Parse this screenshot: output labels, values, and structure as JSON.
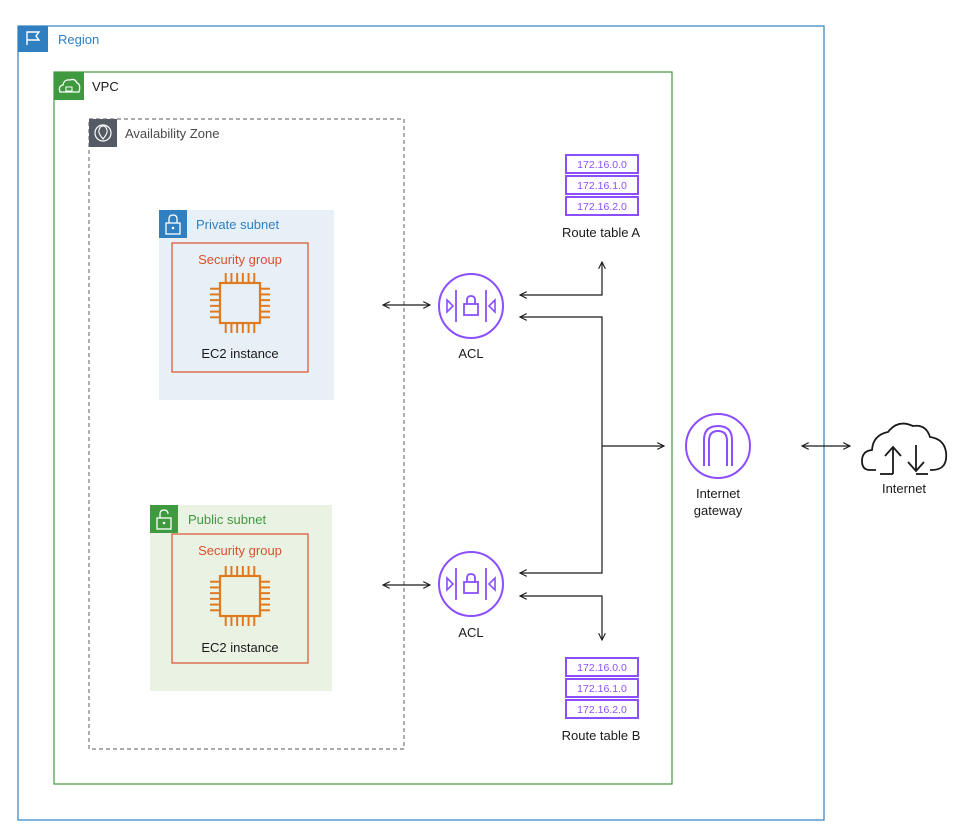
{
  "region": {
    "label": "Region",
    "color": "#2f7fc1"
  },
  "vpc": {
    "label": "VPC",
    "color": "#3f9a3f"
  },
  "availability_zone": {
    "label": "Availability Zone"
  },
  "private_subnet": {
    "label": "Private subnet",
    "color": "#2f7fc1",
    "fill": "#e8f0f7",
    "security_group": "Security group",
    "instance": "EC2 instance"
  },
  "public_subnet": {
    "label": "Public subnet",
    "color": "#3f9a3f",
    "fill": "#eaf2e4",
    "security_group": "Security group",
    "instance": "EC2 instance"
  },
  "acl_top": {
    "label": "ACL"
  },
  "acl_bottom": {
    "label": "ACL"
  },
  "route_table_a": {
    "label": "Route table A",
    "entries": [
      "172.16.0.0",
      "172.16.1.0",
      "172.16.2.0"
    ]
  },
  "route_table_b": {
    "label": "Route table B",
    "entries": [
      "172.16.0.0",
      "172.16.1.0",
      "172.16.2.0"
    ]
  },
  "internet_gateway": {
    "label_line1": "Internet",
    "label_line2": "gateway"
  },
  "internet": {
    "label": "Internet"
  },
  "colors": {
    "security_group": "#d9512c",
    "ec2": "#e07a1f",
    "purple": "#8c4fff",
    "arrow": "#1a1a1a",
    "az_border": "#7a7a7a"
  },
  "icons": {
    "region": "flag-icon",
    "vpc": "cloud-lock-icon",
    "availability_zone": "map-pin-icon",
    "subnet": "padlock-icon",
    "ec2": "chip-icon",
    "acl": "network-acl-icon",
    "internet_gateway": "gateway-arch-icon",
    "internet": "cloud-upload-download-icon",
    "route_table": "route-table-icon"
  }
}
